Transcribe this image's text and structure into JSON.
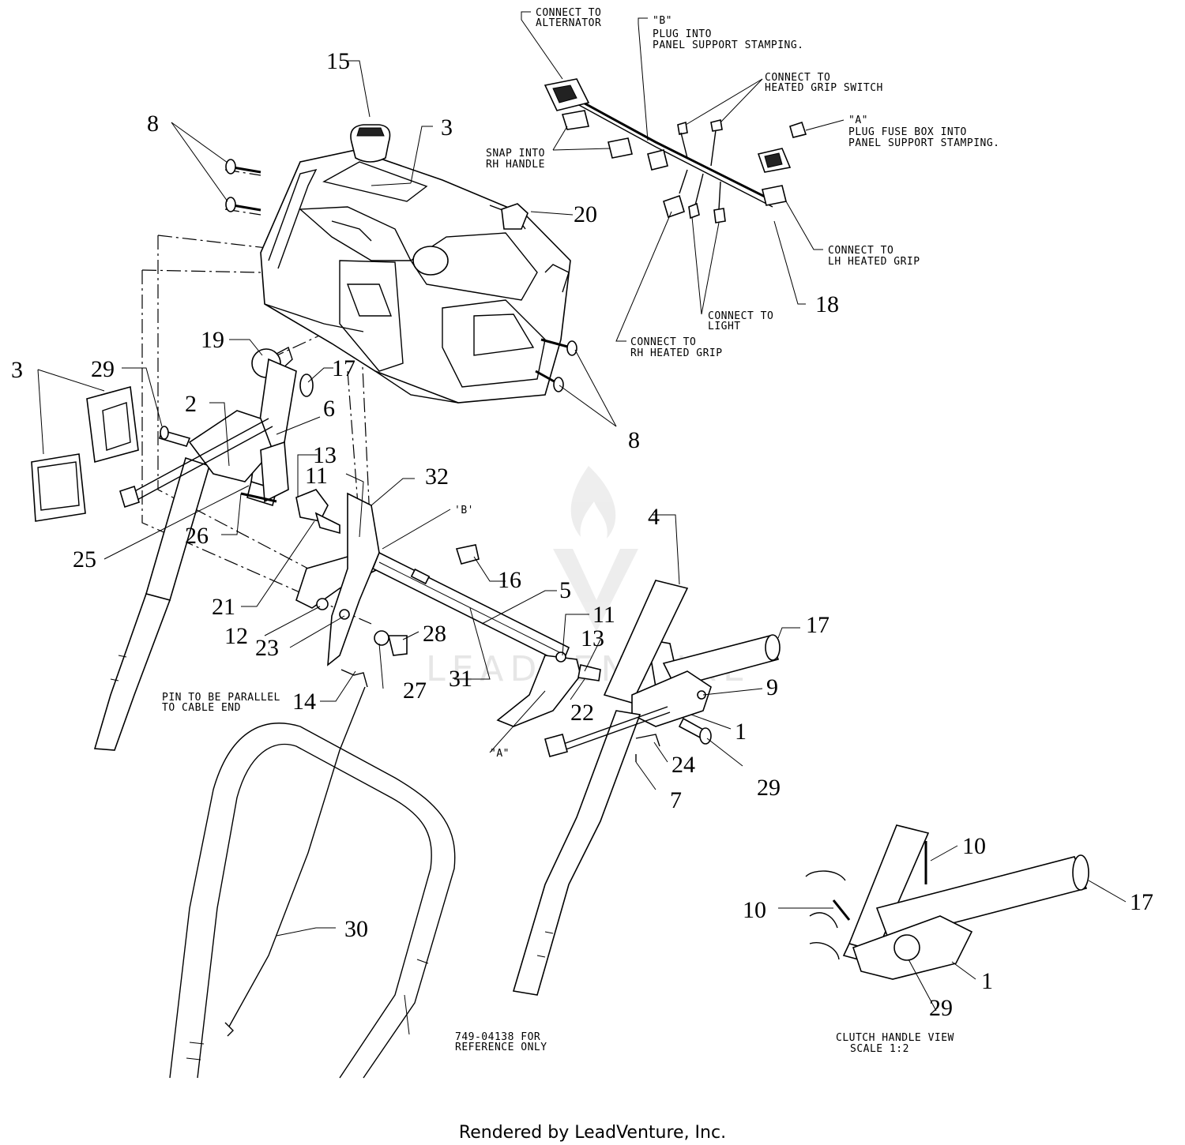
{
  "callouts": [
    {
      "id": "c15",
      "label": "15"
    },
    {
      "id": "c3a",
      "label": "3"
    },
    {
      "id": "c8a",
      "label": "8"
    },
    {
      "id": "c20",
      "label": "20"
    },
    {
      "id": "c19",
      "label": "19"
    },
    {
      "id": "c3b",
      "label": "3"
    },
    {
      "id": "c29a",
      "label": "29"
    },
    {
      "id": "c17a",
      "label": "17"
    },
    {
      "id": "c2",
      "label": "2"
    },
    {
      "id": "c6",
      "label": "6"
    },
    {
      "id": "c8b",
      "label": "8"
    },
    {
      "id": "c13a",
      "label": "13"
    },
    {
      "id": "c11a",
      "label": "11"
    },
    {
      "id": "c32",
      "label": "32"
    },
    {
      "id": "c4",
      "label": "4"
    },
    {
      "id": "c26",
      "label": "26"
    },
    {
      "id": "c25",
      "label": "25"
    },
    {
      "id": "c16",
      "label": "16"
    },
    {
      "id": "c5",
      "label": "5"
    },
    {
      "id": "c21",
      "label": "21"
    },
    {
      "id": "c12",
      "label": "12"
    },
    {
      "id": "c23",
      "label": "23"
    },
    {
      "id": "c28",
      "label": "28"
    },
    {
      "id": "c11b",
      "label": "11"
    },
    {
      "id": "c13b",
      "label": "13"
    },
    {
      "id": "c17b",
      "label": "17"
    },
    {
      "id": "c9",
      "label": "9"
    },
    {
      "id": "c27",
      "label": "27"
    },
    {
      "id": "c31",
      "label": "31"
    },
    {
      "id": "c22",
      "label": "22"
    },
    {
      "id": "c14",
      "label": "14"
    },
    {
      "id": "c1a",
      "label": "1"
    },
    {
      "id": "c24",
      "label": "24"
    },
    {
      "id": "c29b",
      "label": "29"
    },
    {
      "id": "c7",
      "label": "7"
    },
    {
      "id": "c18",
      "label": "18"
    },
    {
      "id": "c30",
      "label": "30"
    },
    {
      "id": "c10a",
      "label": "10"
    },
    {
      "id": "c10b",
      "label": "10"
    },
    {
      "id": "c17c",
      "label": "17"
    },
    {
      "id": "c1b",
      "label": "1"
    },
    {
      "id": "c29c",
      "label": "29"
    }
  ],
  "notes": {
    "alternator": [
      "CONNECT TO",
      "ALTERNATOR"
    ],
    "plug_b": [
      "\"B\"",
      "PLUG  INTO",
      "PANEL SUPPORT STAMPING."
    ],
    "heated_grip_switch": [
      "CONNECT TO",
      "HEATED GRIP SWITCH"
    ],
    "plug_a": [
      "\"A\"",
      "PLUG FUSE BOX INTO",
      "PANEL SUPPORT STAMPING."
    ],
    "snap_rh": [
      "SNAP INTO",
      "RH HANDLE"
    ],
    "lh_grip": [
      "CONNECT TO",
      "LH HEATED GRIP"
    ],
    "light": [
      "CONNECT TO",
      "LIGHT"
    ],
    "rh_grip": [
      "CONNECT TO",
      "RH HEATED GRIP"
    ],
    "pin_parallel": [
      "PIN TO BE PARALLEL",
      "TO CABLE END"
    ],
    "reference": [
      "749-04138 FOR",
      "REFERENCE ONLY"
    ],
    "clutch_view": [
      "CLUTCH HANDLE VIEW",
      "SCALE 1:2"
    ],
    "ref_b": "'B'",
    "ref_a": "\"A\""
  },
  "watermark": "LEADVENTURE",
  "footer": "Rendered by LeadVenture, Inc."
}
